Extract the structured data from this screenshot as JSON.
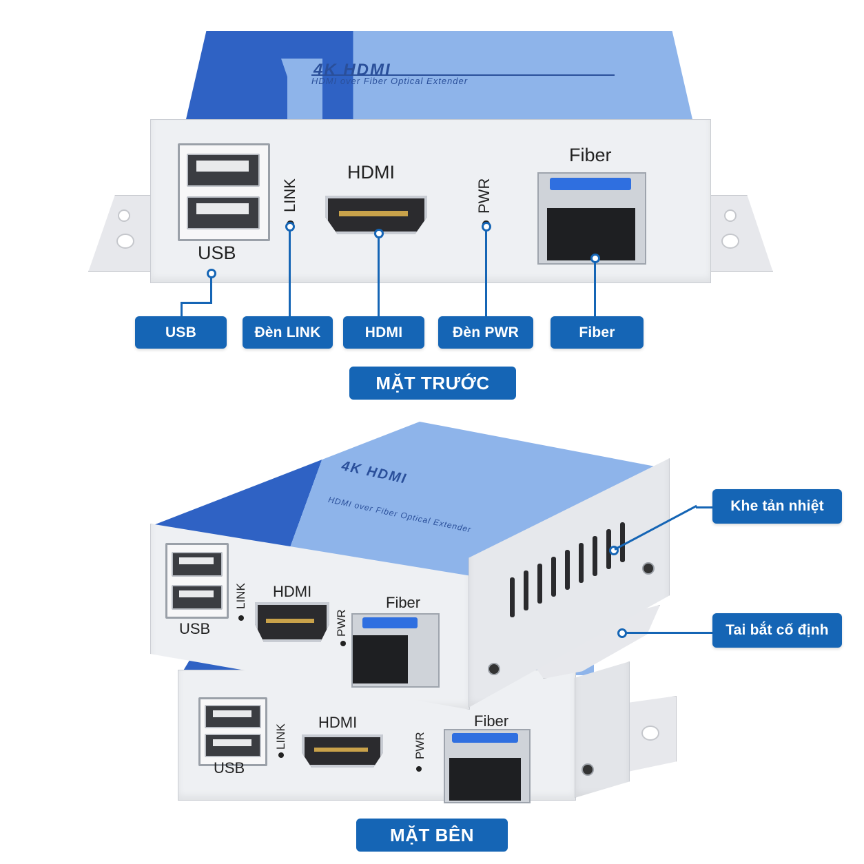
{
  "front": {
    "lid_title": "4K HDMI",
    "lid_subtitle": "HDMI over Fiber Optical Extender",
    "ports": {
      "usb": "USB",
      "link": "LINK",
      "hdmi": "HDMI",
      "pwr": "PWR",
      "fiber": "Fiber"
    },
    "callouts": {
      "usb": "USB",
      "link": "Đèn LINK",
      "hdmi": "HDMI",
      "pwr": "Đèn PWR",
      "fiber": "Fiber"
    },
    "section_title": "MẶT TRƯỚC"
  },
  "side": {
    "lid_title": "4K HDMI",
    "lid_subtitle": "HDMI over Fiber Optical Extender",
    "ports": {
      "usb": "USB",
      "link": "LINK",
      "hdmi": "HDMI",
      "pwr": "PWR",
      "fiber": "Fiber"
    },
    "callouts": {
      "vents": "Khe tản nhiệt",
      "ears": "Tai bắt cố định"
    },
    "section_title": "MẶT BÊN"
  },
  "colors": {
    "accent": "#1565b5",
    "lid_dark": "#2f62c4",
    "lid_light": "#8eb4ea",
    "chassis": "#eef0f3"
  }
}
